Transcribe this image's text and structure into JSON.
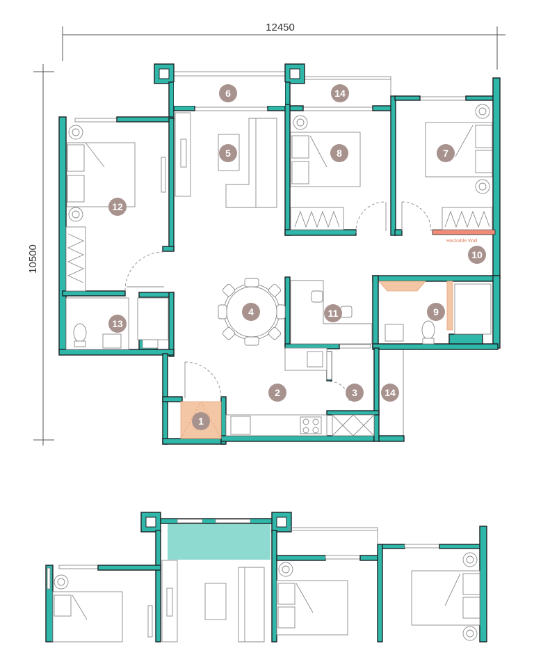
{
  "dimensions": {
    "width": "12450",
    "height": "10500"
  },
  "rooms": [
    {
      "num": "1"
    },
    {
      "num": "2"
    },
    {
      "num": "3"
    },
    {
      "num": "4"
    },
    {
      "num": "5"
    },
    {
      "num": "6"
    },
    {
      "num": "7"
    },
    {
      "num": "8"
    },
    {
      "num": "9"
    },
    {
      "num": "10"
    },
    {
      "num": "11"
    },
    {
      "num": "12"
    },
    {
      "num": "13"
    },
    {
      "num": "14"
    },
    {
      "num": "14"
    }
  ],
  "notes": {
    "hackable_wall": "Hackable Wall"
  },
  "colors": {
    "wall": "#2fb8a9",
    "badge": "#a8928e",
    "highlight": "#f3c7a6",
    "hackable": "#f08b78",
    "balcony_fill": "#8fdad0"
  }
}
